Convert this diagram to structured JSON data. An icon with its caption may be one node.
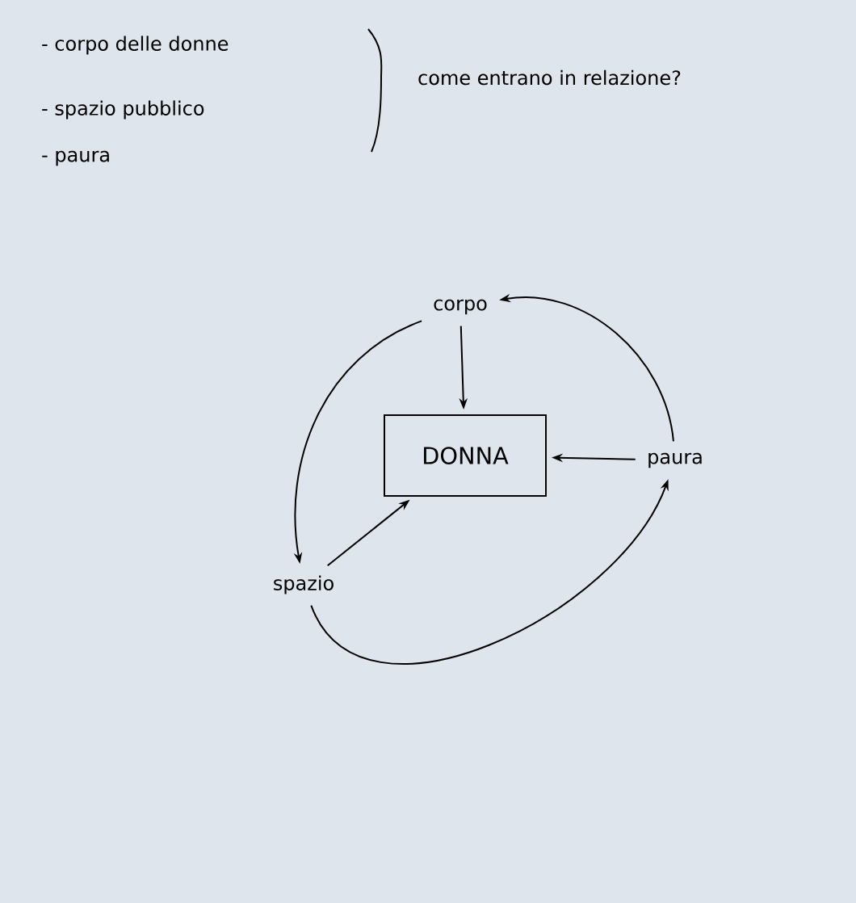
{
  "diagram": {
    "nodes": [
      {
        "text": [
          "corpo"
        ]
      },
      {
        "text": [
          "DONNA"
        ]
      },
      {
        "text": [
          "paura"
        ]
      },
      {
        "text": [
          "spazio"
        ]
      }
    ],
    "edges": [
      {
        "from": 0,
        "to": 1,
        "arrow": "to"
      },
      {
        "from": 2,
        "to": 1,
        "arrow": "to"
      },
      {
        "from": 3,
        "to": 1,
        "arrow": "to"
      },
      {
        "from": 0,
        "to": 3,
        "arrow": "to"
      },
      {
        "from": 3,
        "to": 2,
        "arrow": "to"
      },
      {
        "from": 2,
        "to": 0,
        "arrow": "to"
      }
    ],
    "labels": [
      "- corpo delle donne",
      "- spazio pubblico",
      "- paura",
      "come entrano in relazione?"
    ]
  }
}
